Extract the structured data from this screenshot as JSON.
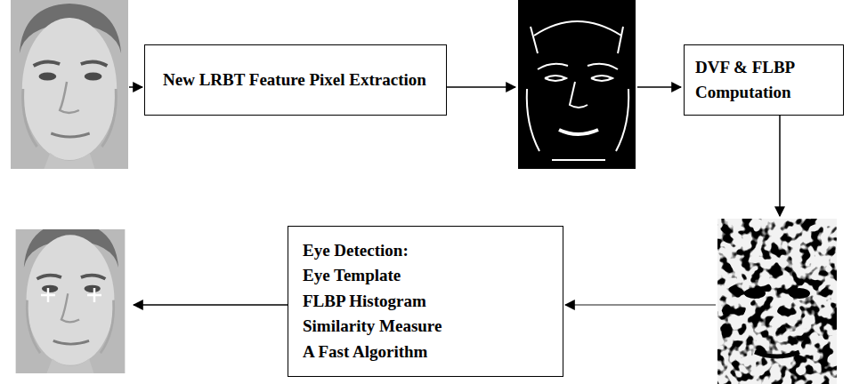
{
  "diagram": {
    "nodes": [
      {
        "text": [
          "New LRBT Feature Pixel Extraction"
        ]
      },
      {
        "text": [
          "DVF & FLBP Computation"
        ]
      },
      {
        "text": [
          "Eye Detection:",
          "Eye Template",
          "FLBP Histogram",
          "Similarity Measure",
          "A Fast Algorithm"
        ]
      }
    ]
  }
}
